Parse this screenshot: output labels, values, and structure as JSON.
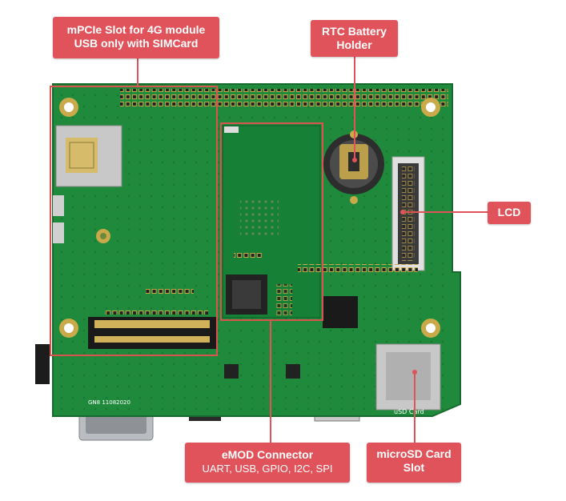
{
  "callouts": {
    "mpcie": {
      "line1": "mPCIe Slot for 4G module",
      "line2": "USB only with SIMCard"
    },
    "rtc": {
      "line1": "RTC Battery",
      "line2": "Holder"
    },
    "lcd": {
      "line1": "LCD"
    },
    "emod": {
      "line1": "eMOD Connector",
      "line2": "UART, USB, GPIO, I2C, SPI"
    },
    "microsd": {
      "line1": "microSD Card",
      "line2": "Slot"
    }
  },
  "board_markings": {
    "serial": "GN8 11082020",
    "sd_label": "uSD Card"
  },
  "colors": {
    "callout": "#e0535a",
    "pcb": "#1f8a3b",
    "highlight_box": "#d9534f"
  }
}
